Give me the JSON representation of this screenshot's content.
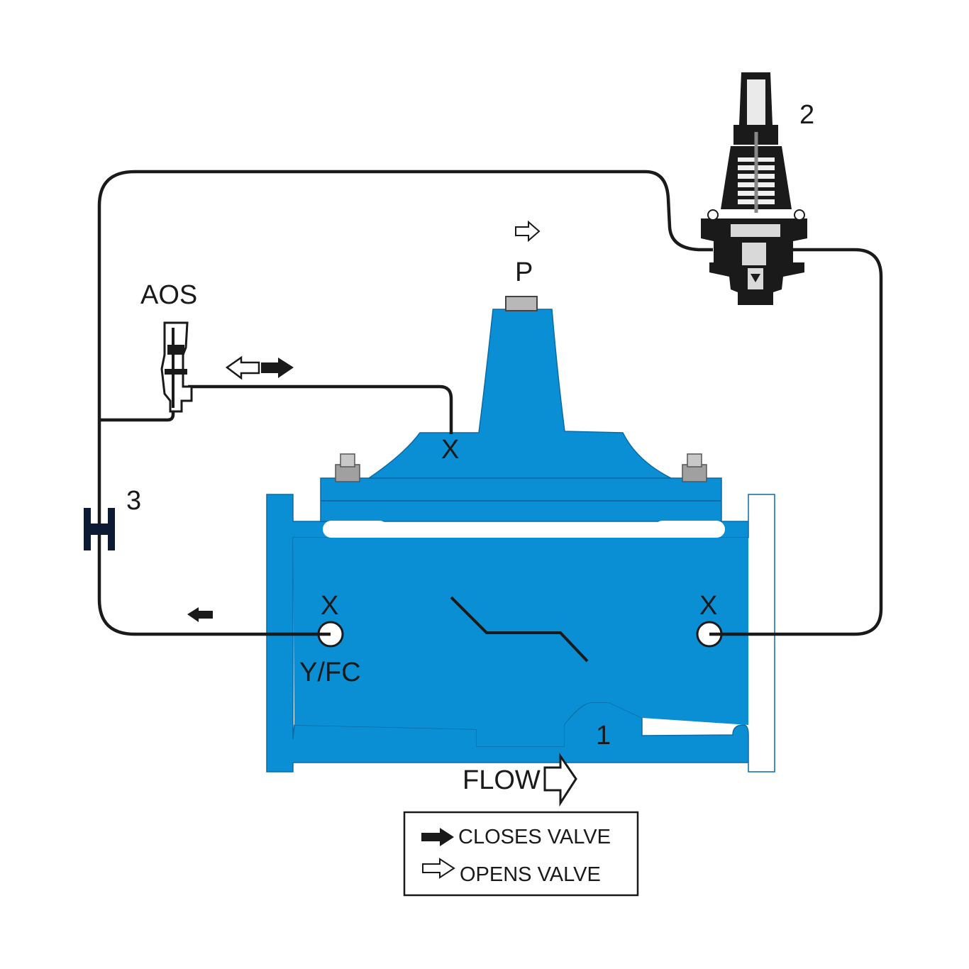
{
  "labels": {
    "aos": "AOS",
    "pilot_number": "2",
    "cock_number": "3",
    "valve_number": "1",
    "port_p": "P",
    "port_x_cover": "X",
    "port_x_inlet": "X",
    "port_x_outlet": "X",
    "port_yfc": "Y/FC",
    "flow": "FLOW"
  },
  "legend": {
    "closes": "CLOSES VALVE",
    "opens": "OPENS VALVE"
  },
  "colors": {
    "valve_body": "#0a8ed4",
    "tubing": "#1a1a1a",
    "cock": "#0d1a33",
    "bolt": "#a0a0a0"
  },
  "icons": {
    "closes_arrow": "filled-arrow-icon",
    "opens_arrow": "outline-arrow-icon"
  }
}
